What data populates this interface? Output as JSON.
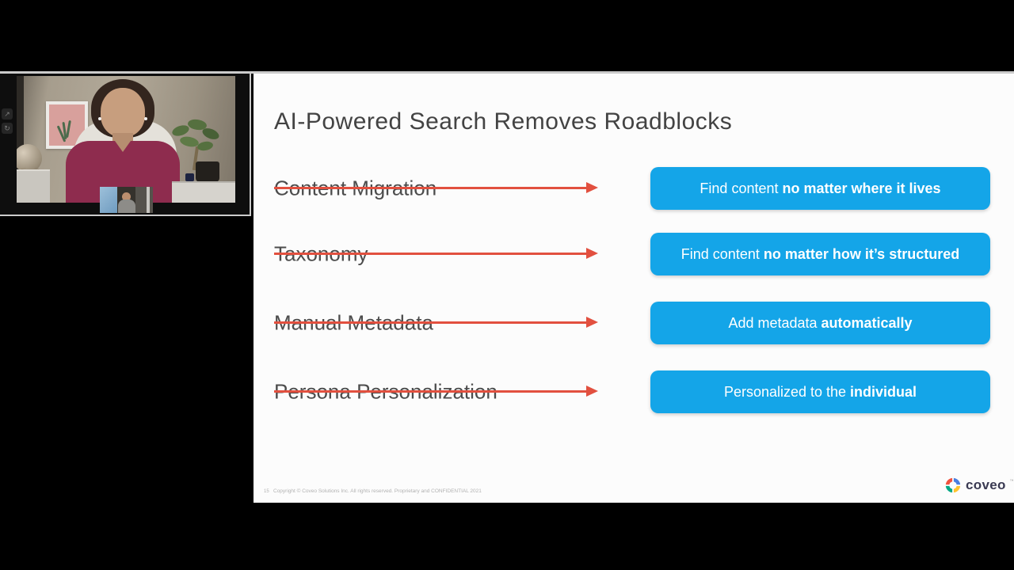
{
  "webcam": {
    "controls": [
      {
        "icon_glyph": "↗"
      },
      {
        "icon_glyph": "↻"
      }
    ]
  },
  "slide": {
    "title": "AI-Powered Search Removes Roadblocks",
    "rows": [
      {
        "roadblock": "Content Migration",
        "solution_regular": "Find content",
        "solution_bold": "no matter where it lives"
      },
      {
        "roadblock": "Taxonomy",
        "solution_regular": "Find content",
        "solution_bold": "no matter how it’s structured"
      },
      {
        "roadblock": "Manual Metadata",
        "solution_regular": "Add metadata",
        "solution_bold": "automatically"
      },
      {
        "roadblock": "Persona Personalization",
        "solution_regular": "Personalized to the",
        "solution_bold": "individual"
      }
    ],
    "footer": {
      "page_number": "15",
      "copyright": "Copyright © Coveo Solutions Inc. All rights reserved. Proprietary and CONFIDENTIAL 2021"
    },
    "logo": {
      "text": "coveo",
      "tm": "™"
    }
  },
  "colors": {
    "pill_blue": "#14a5e8",
    "arrow_red": "#e2503f",
    "slide_background": "#fcfcfc",
    "logo_red": "#f0523f",
    "logo_blue": "#4a7fe0",
    "logo_yellow": "#ffc32e",
    "logo_green": "#00a885"
  }
}
